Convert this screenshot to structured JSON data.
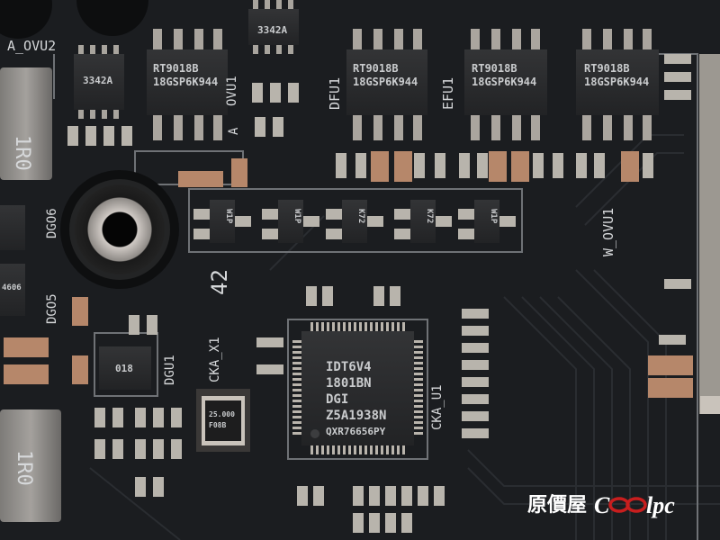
{
  "silkscreen": {
    "a_ovu2": "A_OVU2",
    "ovu1_a": "OVU1",
    "a_letter": "A",
    "dfu1": "DFU1",
    "efu1": "EFU1",
    "w_ovu1": "W_OVU1",
    "dgo6": "DGO6",
    "dgo5": "DGO5",
    "dgu1": "DGU1",
    "cka_x1": "CKA_X1",
    "cka_u1": "CKA_U1",
    "n42": "42"
  },
  "chips": {
    "small_soic": [
      "3342A",
      "3342A"
    ],
    "rt9018": [
      {
        "l1": "RT9018B",
        "l2": "18GSP6K944"
      },
      {
        "l1": "RT9018B",
        "l2": "18GSP6K944"
      },
      {
        "l1": "RT9018B",
        "l2": "18GSP6K944"
      },
      {
        "l1": "RT9018B",
        "l2": "18GSP6K944"
      }
    ],
    "sot_marks": [
      "W1P",
      "W1P",
      "K72",
      "K72",
      "W1P"
    ],
    "main_ic": [
      "IDT6V4",
      "1801BN",
      "DGI",
      "Z5A1938N",
      "QXR76656PY"
    ],
    "crystal": [
      "25.000",
      "F08B"
    ],
    "small_qfn": "018",
    "small_qfn2": "4606",
    "inductor": "1R0"
  },
  "watermark": {
    "chinese": "原價屋",
    "brand_c": "C",
    "brand_rest": "lpc"
  },
  "colors": {
    "board": "#1b1d20",
    "chip": "#2b2c2e",
    "pad": "#b8b4ac",
    "silk": "#d6d8da",
    "orange_cap": "#b6876a",
    "accent_red": "#c81e1e"
  }
}
